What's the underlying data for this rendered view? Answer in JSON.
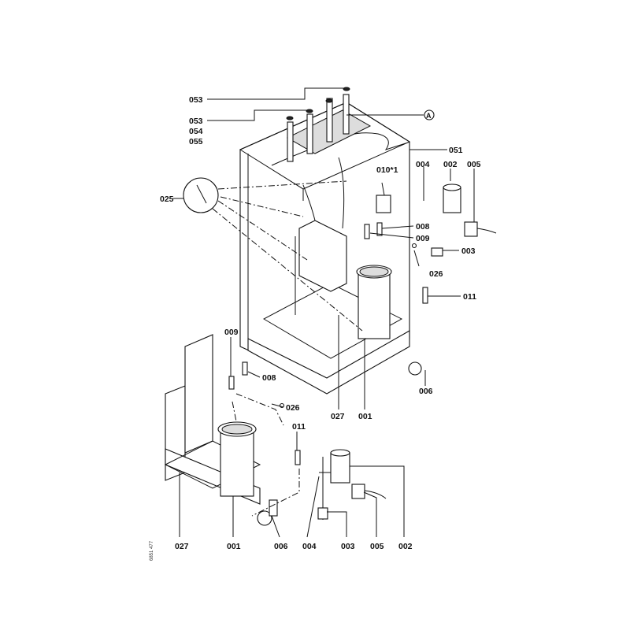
{
  "labels": {
    "top": {
      "l053a": "053",
      "l053b": "053",
      "l054": "054",
      "l055": "055",
      "A": "A",
      "l051": "051",
      "l010": "010*1",
      "l004": "004",
      "l002": "002",
      "l005": "005",
      "l025": "025",
      "l008": "008",
      "l009": "009",
      "l026": "026",
      "l003": "003",
      "l011": "011",
      "l027": "027",
      "l001": "001",
      "l006": "006"
    },
    "bottom": {
      "l009": "009",
      "l008": "008",
      "l026": "026",
      "l011": "011",
      "l027": "027",
      "l001": "001",
      "l006": "006",
      "l004": "004",
      "l003": "003",
      "l005": "005",
      "l002": "002"
    }
  },
  "drawing_code": "6851 477"
}
